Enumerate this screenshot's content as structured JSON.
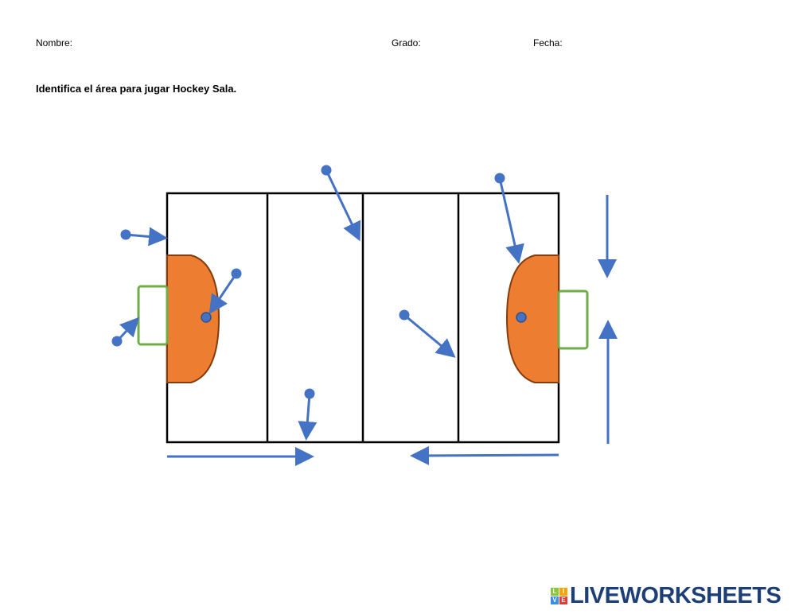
{
  "header": {
    "name_label": "Nombre:",
    "grade_label": "Grado:",
    "date_label": "Fecha:"
  },
  "instruction": "Identifica el área para jugar Hockey Sala.",
  "logo": {
    "text": "LIVEWORKSHEETS",
    "letters": [
      "L",
      "I",
      "V",
      "E"
    ]
  },
  "colors": {
    "area": "#ed7d31",
    "goal": "#70ad47",
    "pointer": "#4472c4",
    "logo": "#1d3f78"
  }
}
